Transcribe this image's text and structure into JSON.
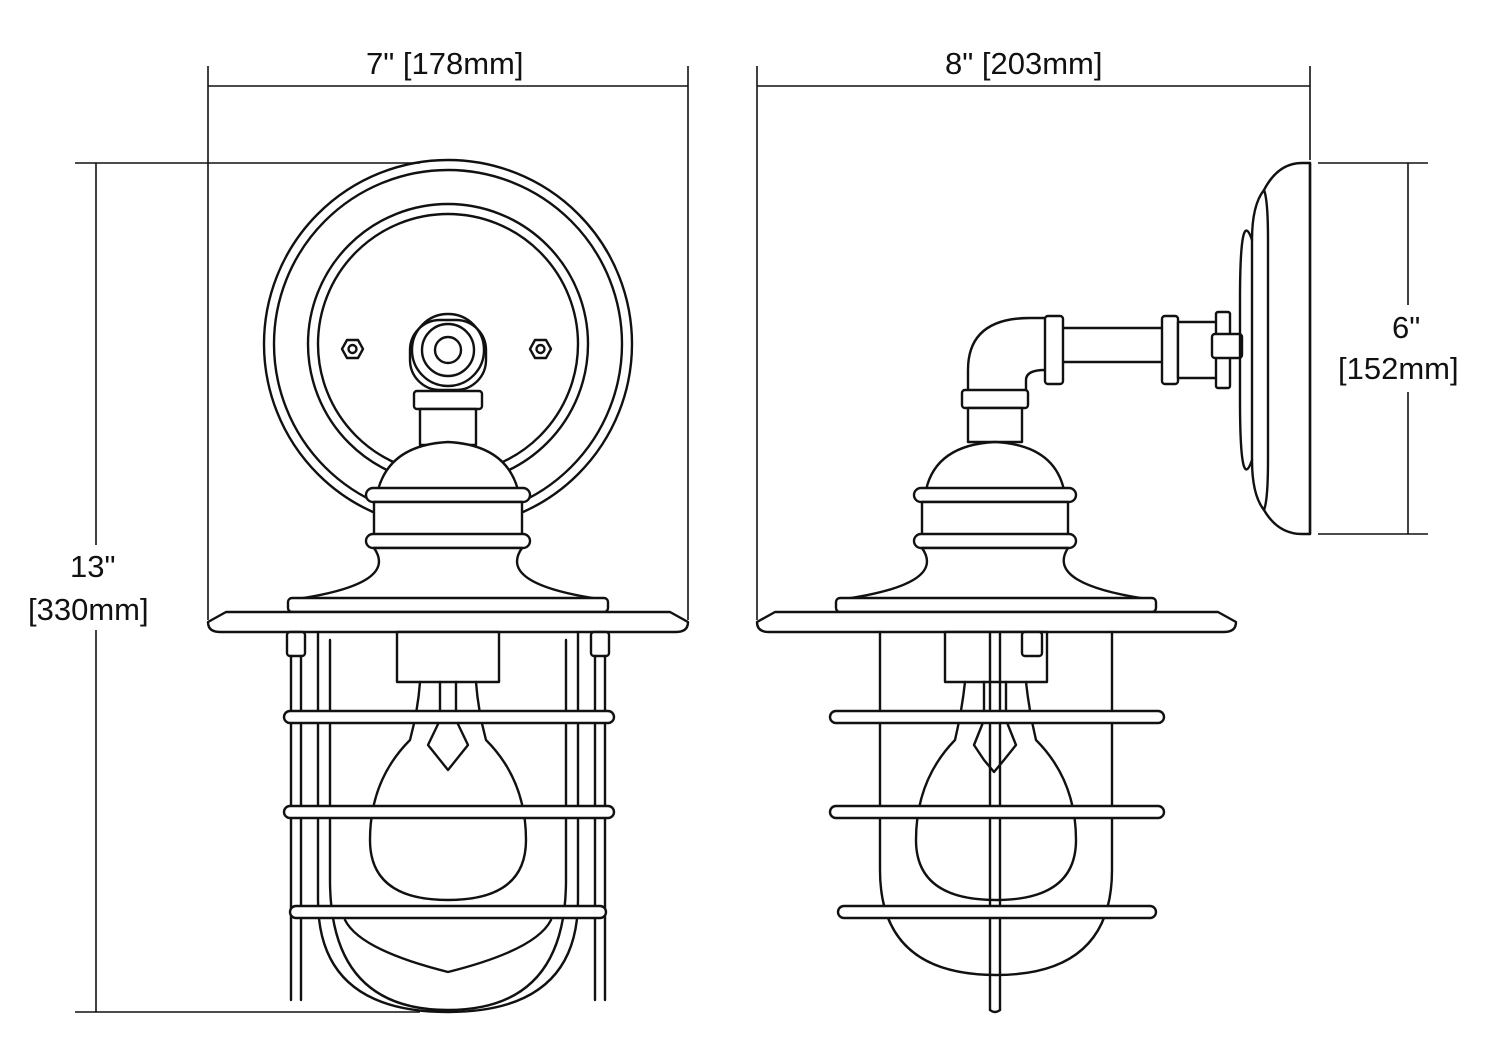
{
  "dimensions": {
    "front_width": "7\" [178mm]",
    "side_width": "8\" [203mm]",
    "height_in": "13\"",
    "height_mm": "[330mm]",
    "backplate_in": "6\"",
    "backplate_mm": "[152mm]"
  },
  "views": [
    "front-view",
    "side-view",
    "backplate-edge-view"
  ],
  "colors": {
    "line": "#111111",
    "background": "#ffffff"
  }
}
